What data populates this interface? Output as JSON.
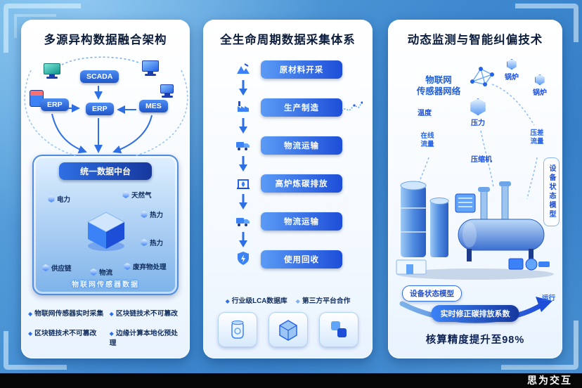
{
  "watermark": "思为交互",
  "panel1": {
    "title": "多源异构数据融合架构",
    "nodes": {
      "scada": "SCADA",
      "erp1": "ERP",
      "erp2": "ERP",
      "mes": "MES"
    },
    "platform": {
      "title": "统一数据中台",
      "items": [
        "电力",
        "天然气",
        "热力",
        "热力",
        "供应链",
        "物流",
        "废弃物处理"
      ],
      "footer": "物联网传感器数据"
    },
    "bullets": [
      "物联网传感器实时采集",
      "区块链技术不可篡改",
      "区块链技术不可篡改",
      "边缘计算本地化预处理"
    ]
  },
  "panel2": {
    "title": "全生命周期数据采集体系",
    "steps": [
      "原材料开采",
      "生产制造",
      "物流运输",
      "高炉炼碳排放",
      "物流运输",
      "使用回收"
    ],
    "legend": [
      "行业级LCA数据库",
      "第三方平台合作"
    ]
  },
  "panel3": {
    "title": "动态监测与智能纠偏技术",
    "network_line1": "物联网",
    "network_line2": "传感器网络",
    "badges": {
      "boiler1": "锅炉",
      "boiler2": "锅炉",
      "temperature": "温度",
      "pressure": "压力",
      "flow_left": "在线流量",
      "flow_right": "压差流量",
      "compressor": "压缩机"
    },
    "side_label": "设备状态模型",
    "model_label": "设备状态模型",
    "run_label": "运行",
    "correction": "实时修正碳排放系数",
    "result": "核算精度提升至98%"
  }
}
